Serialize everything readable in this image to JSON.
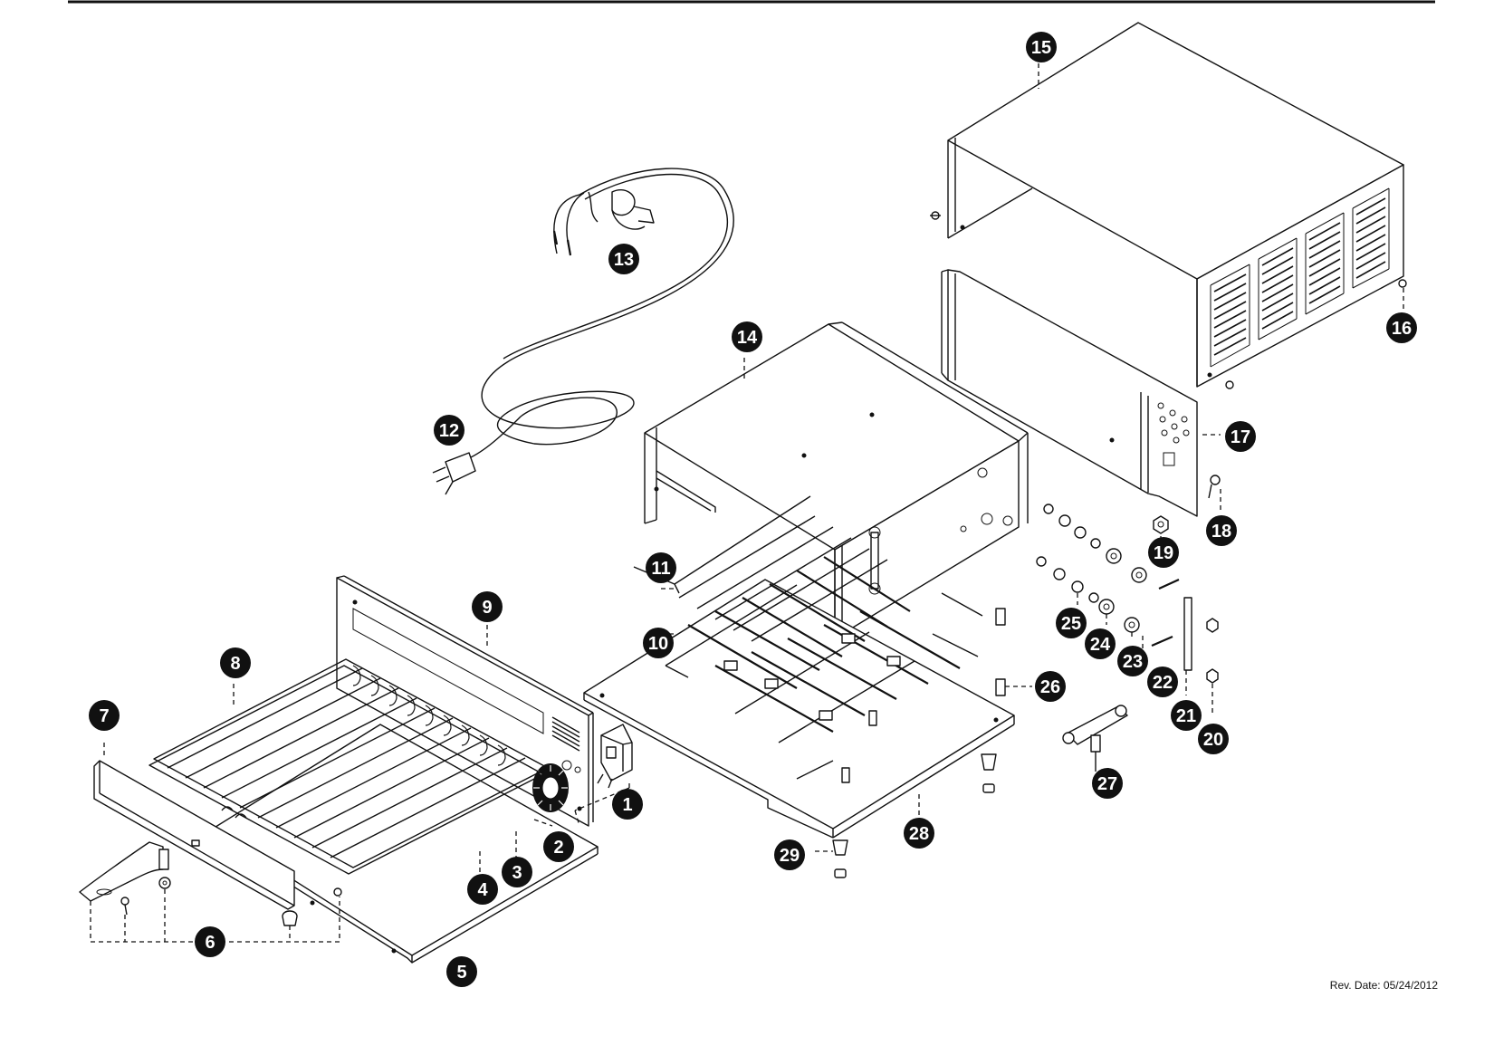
{
  "rev_date": "Rev. Date: 05/24/2012",
  "callouts": {
    "c1": "1",
    "c2": "2",
    "c3": "3",
    "c4": "4",
    "c5": "5",
    "c6": "6",
    "c7": "7",
    "c8": "8",
    "c9": "9",
    "c10": "10",
    "c11": "11",
    "c12": "12",
    "c13": "13",
    "c14": "14",
    "c15": "15",
    "c16": "16",
    "c17": "17",
    "c18": "18",
    "c19": "19",
    "c20": "20",
    "c21": "21",
    "c22": "22",
    "c23": "23",
    "c24": "24",
    "c25": "25",
    "c26": "26",
    "c27": "27",
    "c28": "28",
    "c29": "29"
  },
  "colors": {
    "ink": "#111111",
    "background": "#ffffff"
  }
}
